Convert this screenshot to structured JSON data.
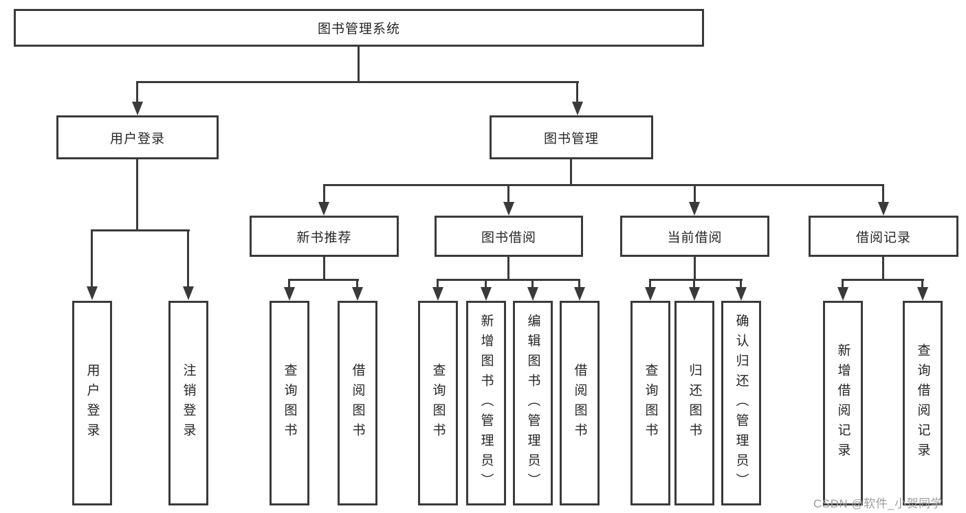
{
  "diagram": {
    "root": "图书管理系统",
    "user_login": {
      "label": "用户登录",
      "children": [
        "用户登录",
        "注销登录"
      ]
    },
    "book_mgmt": {
      "label": "图书管理",
      "sections": [
        {
          "label": "新书推荐",
          "children": [
            "查询图书",
            "借阅图书"
          ]
        },
        {
          "label": "图书借阅",
          "children": [
            "查询图书",
            "新增图书（管理员）",
            "编辑图书（管理员）",
            "借阅图书"
          ]
        },
        {
          "label": "当前借阅",
          "children": [
            "查询图书",
            "归还图书",
            "确认归还（管理员）"
          ]
        },
        {
          "label": "借阅记录",
          "children": [
            "新增借阅记录",
            "查询借阅记录"
          ]
        }
      ]
    }
  },
  "watermark": "CSDN @软件_小贺同学",
  "colors": {
    "line": "#3a3a3a",
    "text": "#262626",
    "watermark": "#9c9c9c",
    "background": "#ffffff"
  }
}
